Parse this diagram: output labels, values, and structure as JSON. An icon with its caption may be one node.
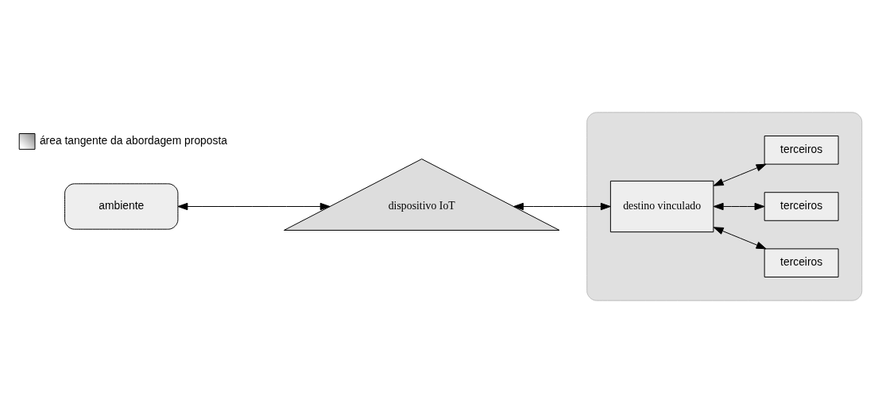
{
  "diagram": {
    "nodes": [
      {
        "text": [],
        "shape": "cloud"
      },
      {
        "text": [
          "destino vinculado"
        ],
        "in": 0
      },
      {
        "text": [
          "terceiros"
        ],
        "in": 0
      },
      {
        "text": [
          "terceiros"
        ],
        "in": 0
      },
      {
        "text": [
          "terceiros"
        ],
        "in": 0
      },
      {
        "text": [
          "ambiente"
        ]
      },
      {
        "text": [
          "dispositivo IoT"
        ]
      }
    ],
    "edges": [
      {
        "from": 1,
        "to": 2,
        "arrow": "both"
      },
      {
        "from": 1,
        "to": 3,
        "arrow": "both"
      },
      {
        "from": 1,
        "to": 4,
        "arrow": "both"
      },
      {
        "from": 5,
        "to": 6,
        "arrow": "both"
      },
      {
        "from": 6,
        "to": 1,
        "arrow": "both"
      }
    ],
    "legend": [
      {
        "text": "área tangente da abordagem proposta"
      }
    ]
  }
}
